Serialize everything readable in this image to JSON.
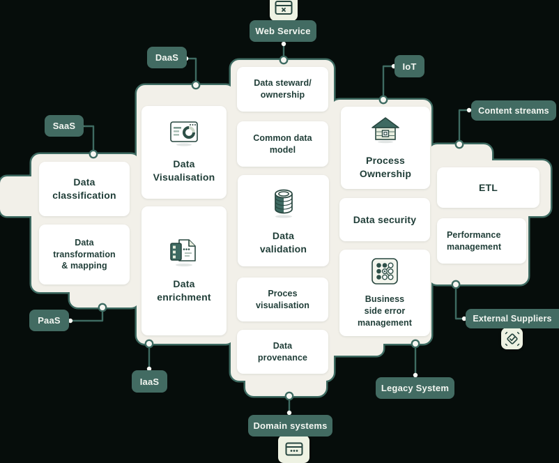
{
  "palette": {
    "background": "#060d0b",
    "blob_fill": "#f2f0e9",
    "blob_stroke": "#3e6b62",
    "card_bg": "#ffffff",
    "card_text": "#1f3d37",
    "pill_bg": "#426b62",
    "pill_text": "#f3f6f1",
    "icon_tile_bg": "#eef2e3",
    "icon_dark": "#27463f",
    "icon_fill": "#3e6a62",
    "icon_light": "#e9eedf"
  },
  "pills": {
    "web_service": "Web Service",
    "daas": "DaaS",
    "saas": "SaaS",
    "paas": "PaaS",
    "iaas": "IaaS",
    "iot": "IoT",
    "content_streams": "Content streams",
    "external_suppliers": "External Suppliers",
    "legacy_system": "Legacy System",
    "domain_systems": "Domain systems"
  },
  "cards": {
    "data_classification": "Data\nclassification",
    "data_transformation": "Data\ntransformation\n& mapping",
    "data_visualisation": "Data\nVisualisation",
    "data_enrichment": "Data\nenrichment",
    "data_steward": "Data steward/\nownership",
    "common_data_model": "Common data\nmodel",
    "data_validation": "Data\nvalidation",
    "proces_visualisation": "Proces\nvisualisation",
    "data_provenance": "Data\nprovenance",
    "process_ownership": "Process\nOwnership",
    "data_security": "Data security",
    "business_error": "Business\nside error\nmanagement",
    "etl": "ETL",
    "performance": "Performance\nmanagement"
  },
  "icons": {
    "top": "web-service-icon",
    "bottom": "domain-systems-icon",
    "right": "external-suppliers-icon",
    "visualisation": "chart-window-icon",
    "enrichment": "document-server-icon",
    "validation": "database-icon",
    "ownership": "house-icon",
    "error": "dot-grid-flow-icon"
  }
}
